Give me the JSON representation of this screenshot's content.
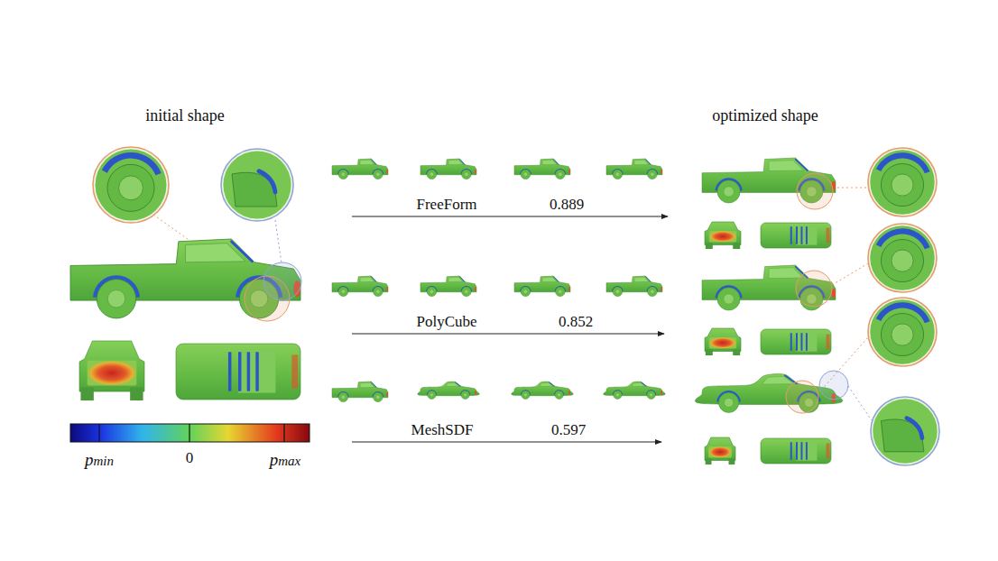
{
  "diagram": {
    "labels": [
      "initial shape",
      "optimized shape",
      "FreeForm",
      "0.889",
      "PolyCube",
      "0.852",
      "MeshSDF",
      "0.597",
      "pmin",
      "0",
      "pmax"
    ]
  }
}
